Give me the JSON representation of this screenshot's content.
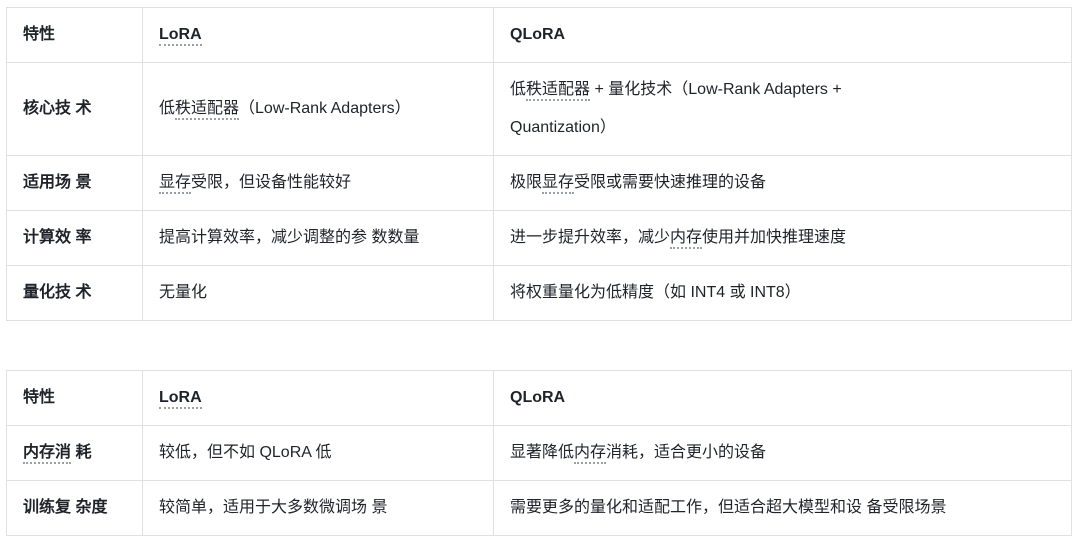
{
  "page": {
    "background": "#ffffff",
    "text_color": "#1f2329",
    "border_color": "#dee0e3",
    "dotted_underline_color": "#9aa0a6"
  },
  "tables": [
    {
      "name": "lora-vs-qlora-technique-comparison",
      "columns": [
        "特性",
        "[[LoRA]]",
        "QLoRA"
      ],
      "rows": [
        {
          "feature": "核心技 术",
          "lora": "低[[秩适配器]]（Low-Rank Adapters）",
          "qlora": "低[[秩适配器]] + 量化技术（Low-Rank Adapters +\nQuantization）"
        },
        {
          "feature": "适用场 景",
          "lora": "[[显存]]受限，但设备性能较好",
          "qlora": "极限[[显存]]受限或需要快速推理的设备"
        },
        {
          "feature": "计算效 率",
          "lora": "提高计算效率，减少调整的参 数数量",
          "qlora": "进一步提升效率，减少[[内存]]使用并加快推理速度"
        },
        {
          "feature": "量化技 术",
          "lora": "无量化",
          "qlora": "将权重量化为低精度（如 INT4 或 INT8）"
        }
      ]
    },
    {
      "name": "lora-vs-qlora-resource-comparison",
      "columns": [
        "特性",
        "[[LoRA]]",
        "QLoRA"
      ],
      "rows": [
        {
          "feature": "[[内存消]] 耗",
          "lora": "较低，但不如 QLoRA 低",
          "qlora": "显著降低[[内存]]消耗，适合更小的设备"
        },
        {
          "feature": "训练复 杂度",
          "lora": "较简单，适用于大多数微调场 景",
          "qlora": "需要更多的量化和适配工作，但适合超大模型和设 备受限场景"
        }
      ]
    }
  ]
}
